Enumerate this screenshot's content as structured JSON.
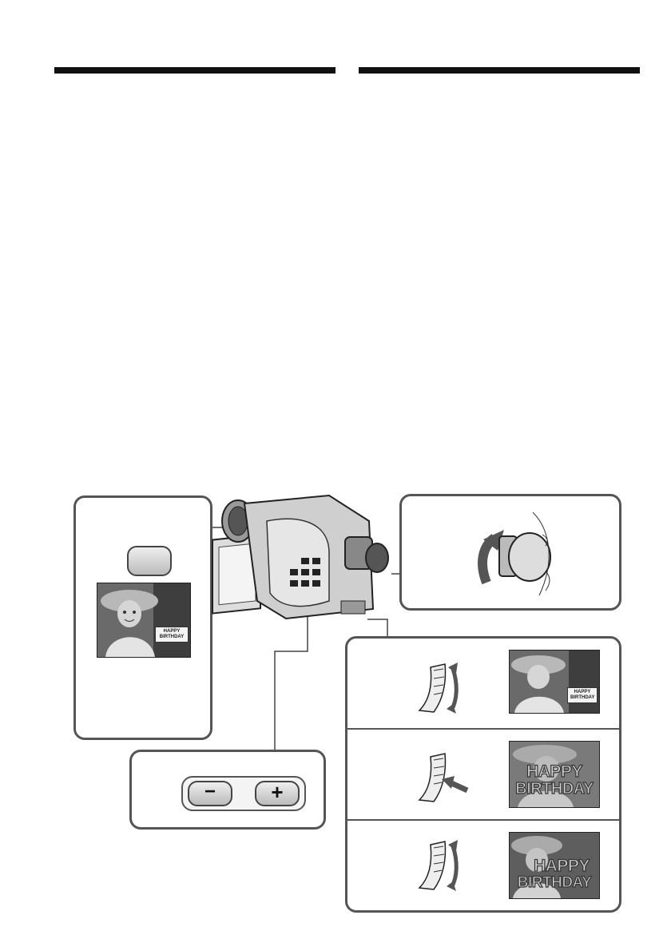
{
  "manual_page": {
    "left_column_rule": "",
    "right_column_rule": ""
  },
  "figure": {
    "title_sticker_text": "HAPPY BIRTHDAY",
    "title_large_line1": "HAPPY",
    "title_large_line2": "BIRTHDAY",
    "minus_symbol": "−",
    "plus_symbol": "+",
    "icons": [
      "title-button-icon",
      "power-switch-icon",
      "control-dial-rotate-icon",
      "control-dial-press-icon",
      "camcorder-illustration"
    ]
  }
}
